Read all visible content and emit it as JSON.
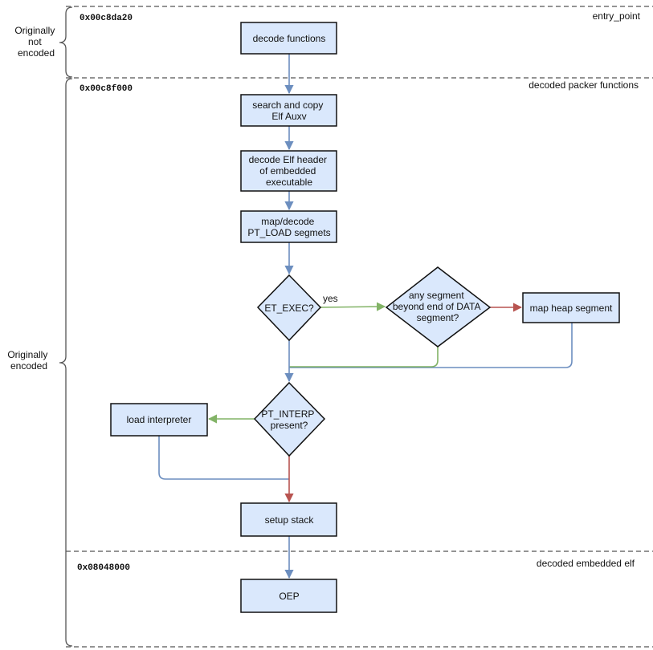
{
  "colors": {
    "node_fill": "#dae8fc",
    "node_stroke": "#111111",
    "edge_blue": "#6c8ebf",
    "edge_green": "#82b366",
    "edge_red": "#b85450",
    "divider": "#555555"
  },
  "regions": {
    "entry": {
      "address": "0x00c8da20",
      "label": "entry_point"
    },
    "packer": {
      "address": "0x00c8f000",
      "label": "decoded packer functions"
    },
    "embedded": {
      "address": "0x08048000",
      "label": "decoded embedded elf"
    }
  },
  "brackets": {
    "not_encoded": [
      "Originally",
      "not",
      "encoded"
    ],
    "encoded": [
      "Originally",
      "encoded"
    ]
  },
  "nodes": {
    "decode_functions": [
      "decode functions"
    ],
    "search_copy": [
      "search and copy",
      "Elf Auxv"
    ],
    "decode_header": [
      "decode Elf header",
      "of embedded",
      "executable"
    ],
    "map_decode": [
      "map/decode",
      "PT_LOAD segmets"
    ],
    "et_exec": [
      "ET_EXEC?"
    ],
    "any_segment": [
      "any segment",
      "beyond end of DATA",
      "segment?"
    ],
    "map_heap": [
      "map heap segment"
    ],
    "pt_interp": [
      "PT_INTERP",
      "present?"
    ],
    "load_interp": [
      "load interpreter"
    ],
    "setup_stack": [
      "setup stack"
    ],
    "oep": [
      "OEP"
    ]
  },
  "edge_labels": {
    "yes": "yes"
  }
}
